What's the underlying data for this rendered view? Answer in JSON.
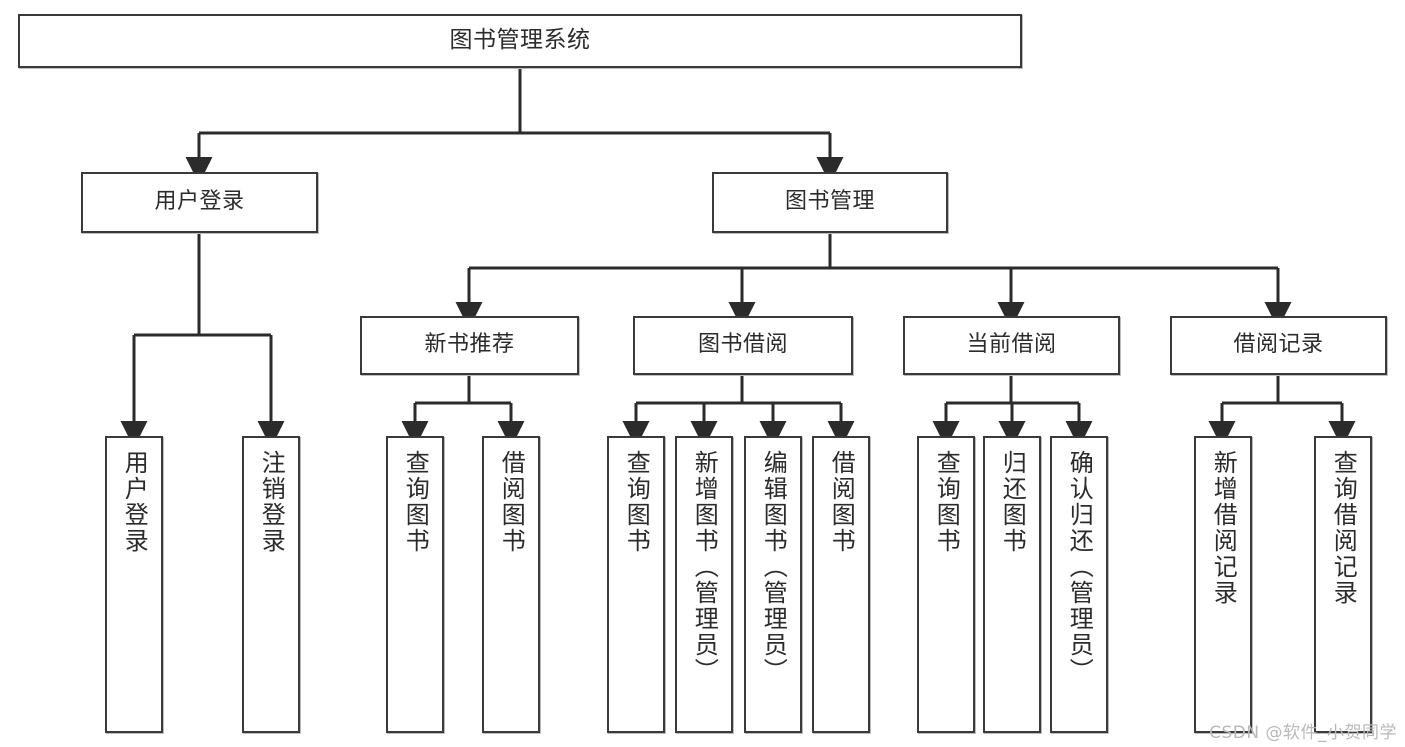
{
  "diagram": {
    "title": "图书管理系统",
    "type": "tree",
    "watermark": "CSDN @软件_小贺同学",
    "colors": {
      "node_border": "#3a3a3a",
      "node_fill": "#ffffff",
      "edge": "#2b2b2b",
      "watermark": "#b9b9b9"
    },
    "nodes": {
      "root": {
        "label": "图书管理系统"
      },
      "level1": [
        {
          "id": "user-login",
          "label": "用户登录"
        },
        {
          "id": "book-manage",
          "label": "图书管理"
        }
      ],
      "level2": [
        {
          "id": "new-book-recommend",
          "label": "新书推荐"
        },
        {
          "id": "book-borrow",
          "label": "图书借阅"
        },
        {
          "id": "current-borrow",
          "label": "当前借阅"
        },
        {
          "id": "borrow-record",
          "label": "借阅记录"
        }
      ],
      "leaves": {
        "user_login": [
          {
            "id": "leaf-user-login",
            "label": "用户登录"
          },
          {
            "id": "leaf-logout-login",
            "label": "注销登录"
          }
        ],
        "new_book_recommend": [
          {
            "id": "leaf-query-book-1",
            "label": "查询图书"
          },
          {
            "id": "leaf-borrow-book-1",
            "label": "借阅图书"
          }
        ],
        "book_borrow": [
          {
            "id": "leaf-query-book-2",
            "label": "查询图书"
          },
          {
            "id": "leaf-add-book",
            "label": "新增图书（管理员）"
          },
          {
            "id": "leaf-edit-book",
            "label": "编辑图书（管理员）"
          },
          {
            "id": "leaf-borrow-book-2",
            "label": "借阅图书"
          }
        ],
        "current_borrow": [
          {
            "id": "leaf-query-book-3",
            "label": "查询图书"
          },
          {
            "id": "leaf-return-book",
            "label": "归还图书"
          },
          {
            "id": "leaf-confirm-return",
            "label": "确认归还（管理员）"
          }
        ],
        "borrow_record": [
          {
            "id": "leaf-add-record",
            "label": "新增借阅记录"
          },
          {
            "id": "leaf-query-record",
            "label": "查询借阅记录"
          }
        ]
      }
    }
  }
}
